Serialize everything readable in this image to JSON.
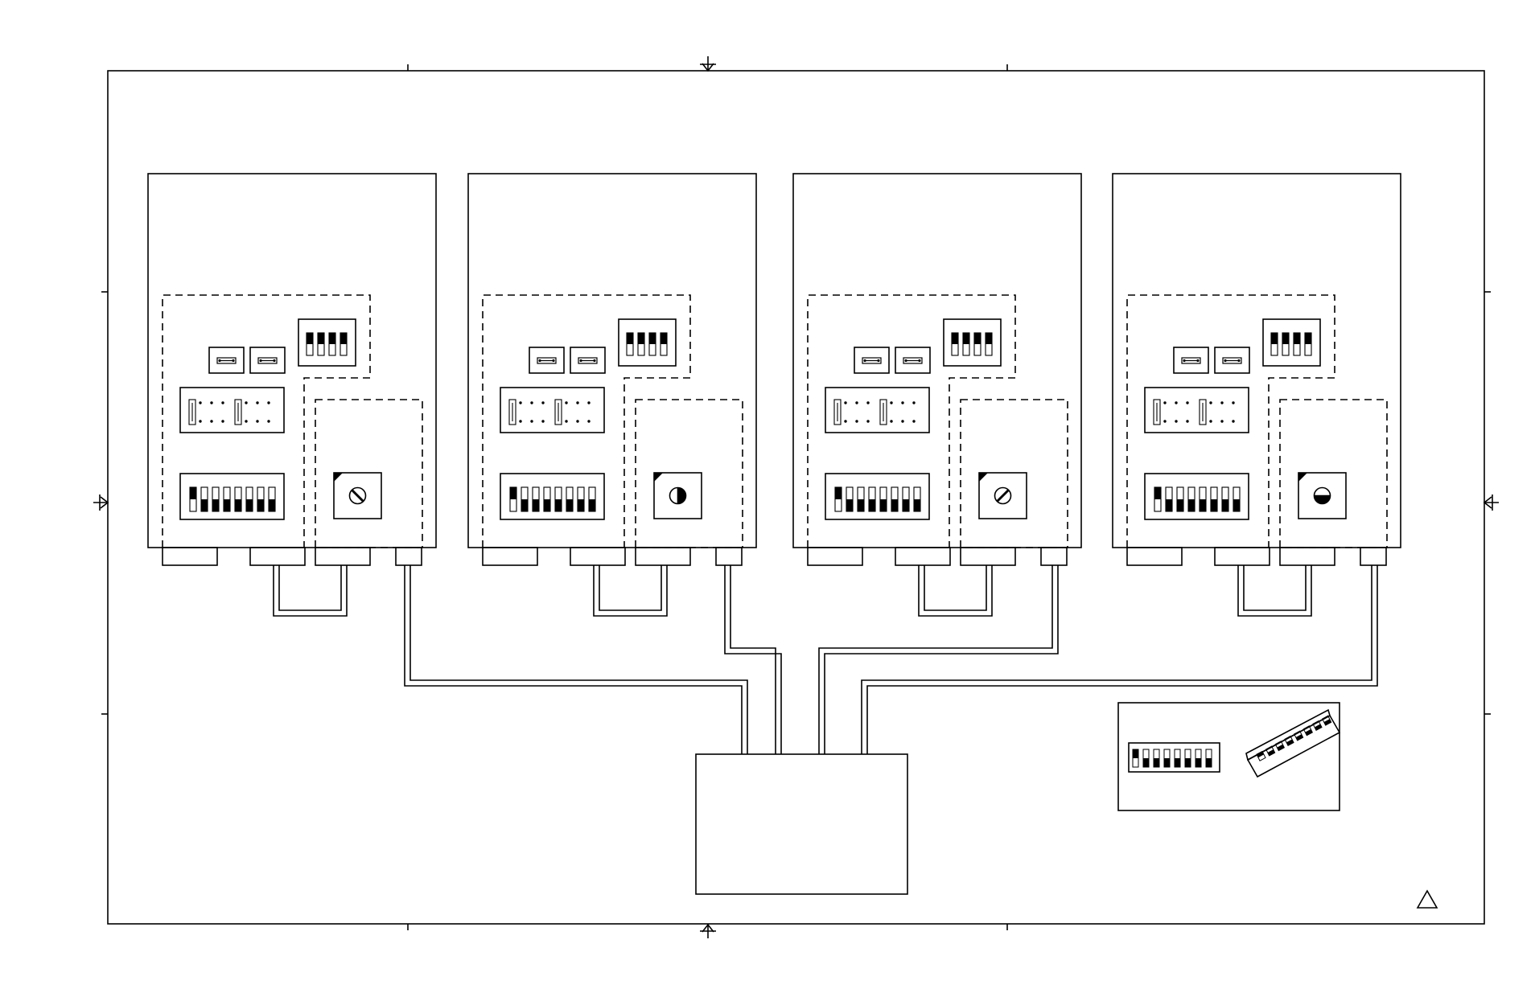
{
  "diagram": {
    "line_color": "#000000",
    "background": "#ffffff",
    "units": [
      {
        "id": "unit-1",
        "rotary_position": "slash-left"
      },
      {
        "id": "unit-2",
        "rotary_position": "half-right"
      },
      {
        "id": "unit-3",
        "rotary_position": "slash-right"
      },
      {
        "id": "unit-4",
        "rotary_position": "half-bottom"
      }
    ],
    "hub": {
      "id": "central-hub"
    },
    "legend": {
      "id": "dip-switch-legend"
    },
    "revision_mark": {
      "shape": "triangle"
    }
  }
}
